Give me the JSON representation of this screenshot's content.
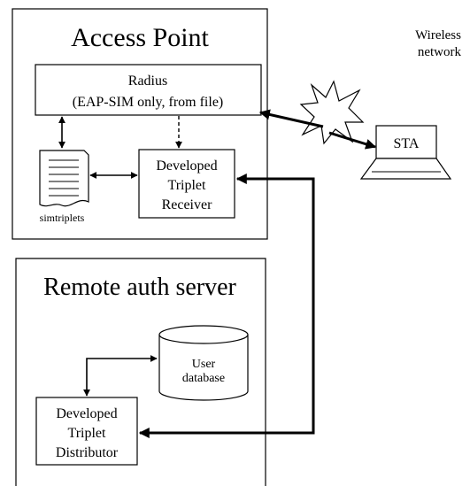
{
  "access_point": {
    "title": "Access Point"
  },
  "wireless": {
    "line1": "Wireless",
    "line2": "network"
  },
  "radius": {
    "line1": "Radius",
    "line2": "(EAP-SIM only, from file)"
  },
  "file": {
    "label": "simtriplets"
  },
  "receiver": {
    "line1": "Developed",
    "line2": "Triplet",
    "line3": "Receiver"
  },
  "sta": {
    "label": "STA"
  },
  "remote": {
    "title": "Remote auth server"
  },
  "database": {
    "line1": "User",
    "line2": "database"
  },
  "distributor": {
    "line1": "Developed",
    "line2": "Triplet",
    "line3": "Distributor"
  }
}
